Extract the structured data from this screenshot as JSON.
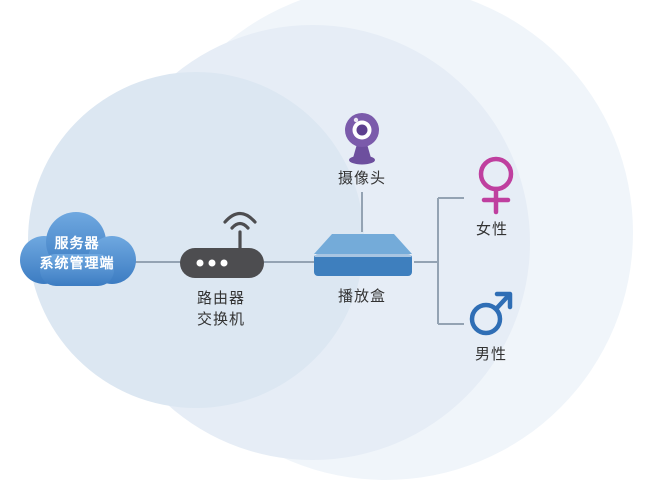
{
  "diagram": {
    "server_cloud": {
      "label_line1": "服务器",
      "label_line2": "系统管理端"
    },
    "router": {
      "label_line1": "路由器",
      "label_line2": "交换机"
    },
    "player_box": {
      "label": "播放盒"
    },
    "camera": {
      "label": "摄像头"
    },
    "audience": {
      "female": {
        "label": "女性"
      },
      "male": {
        "label": "男性"
      }
    },
    "colors": {
      "cloud_blue": "#3c7cc2",
      "router_gray": "#4d4d50",
      "player_box_blue": "#3e7fbe",
      "player_box_top_blue": "#74abd9",
      "camera_purple": "#7b5bab",
      "female_magenta": "#bf3f9f",
      "male_blue": "#2f6eb5",
      "connector_gray": "#94a3b3",
      "bg_circle_outer": "#f0f5fa",
      "bg_circle_mid": "#e6edf6",
      "bg_circle_inner": "#dce7f2"
    }
  }
}
